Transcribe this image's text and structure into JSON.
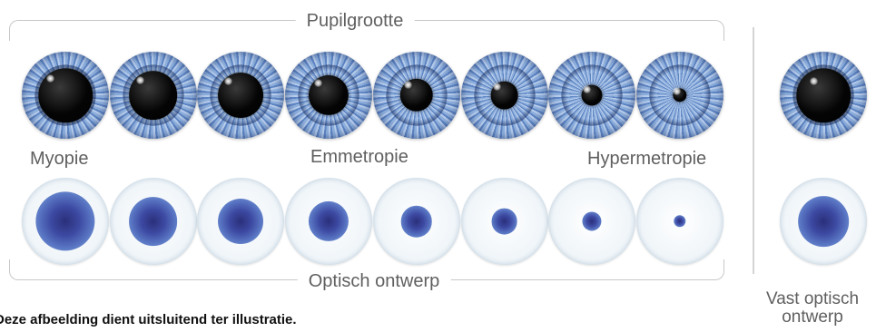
{
  "labels": {
    "pupil_size": "Pupilgrootte",
    "optical_design": "Optisch ontwerp",
    "myopia": "Myopie",
    "emmetropia": "Emmetropie",
    "hypermetropia": "Hypermetropie",
    "fixed_design_line1": "Vast optisch",
    "fixed_design_line2": "ontwerp",
    "disclaimer": "Deze afbeelding dient uitsluitend ter illustratie."
  },
  "pupil_fraction": [
    0.62,
    0.56,
    0.52,
    0.46,
    0.38,
    0.32,
    0.24,
    0.16
  ],
  "optic_zone_fraction": [
    0.68,
    0.56,
    0.52,
    0.46,
    0.36,
    0.3,
    0.22,
    0.14
  ],
  "fixed_design": {
    "pupil_fraction": 0.62,
    "optic_zone_fraction": 0.58
  },
  "colors": {
    "iris": "#6e92cf",
    "pupil": "#000000",
    "optic_zone": "#3d4aa2",
    "bracket": "#c8c8c8"
  }
}
